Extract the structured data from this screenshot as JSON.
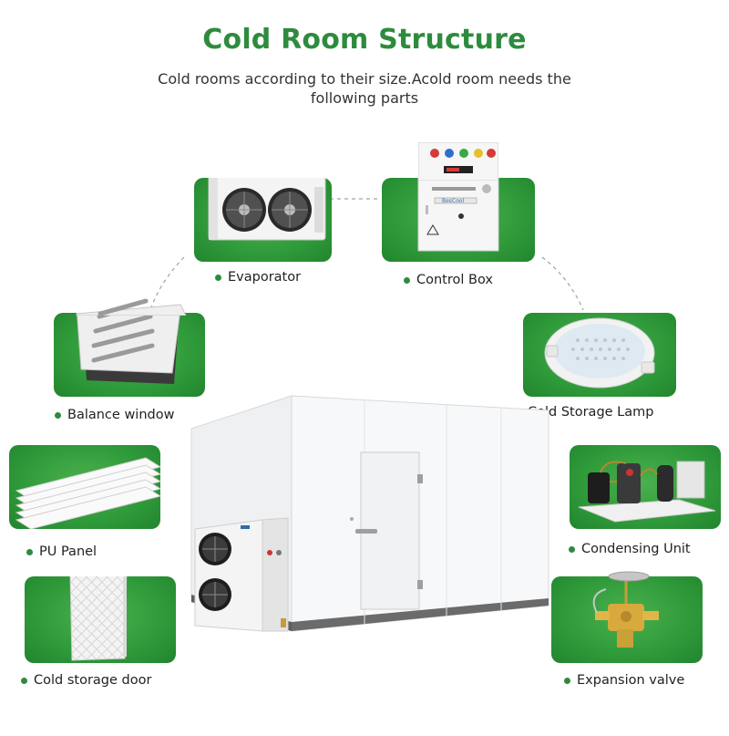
{
  "header": {
    "title": "Cold Room Structure",
    "subtitle": "Cold rooms according to their size.Acold room needs the following parts"
  },
  "parts": {
    "evaporator": "Evaporator",
    "control_box": "Control Box",
    "balance_window": "Balance window",
    "cold_storage_lamp": "Cold Storage Lamp",
    "pu_panel": "PU Panel",
    "condensing_unit": "Condensing Unit",
    "cold_storage_door": "Cold storage door",
    "expansion_valve": "Expansion valve"
  },
  "control_box_brand": "BesCool",
  "colors": {
    "accent": "#2e8b3e",
    "card": "#2f9a3a"
  }
}
